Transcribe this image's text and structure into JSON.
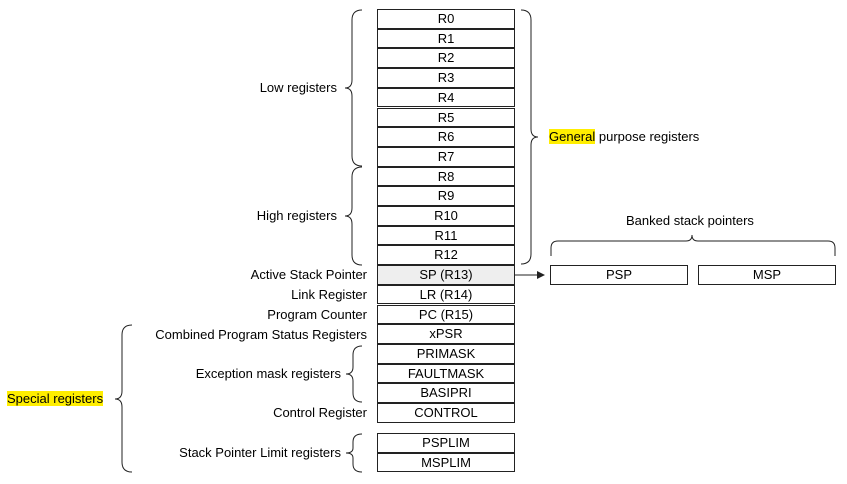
{
  "registers": {
    "general": [
      "R0",
      "R1",
      "R2",
      "R3",
      "R4",
      "R5",
      "R6",
      "R7",
      "R8",
      "R9",
      "R10",
      "R11",
      "R12"
    ],
    "sp": "SP (R13)",
    "lr": "LR (R14)",
    "pc": "PC (R15)",
    "xpsr": "xPSR",
    "primask": "PRIMASK",
    "faultmask": "FAULTMASK",
    "basepri": "BASIPRI",
    "control": "CONTROL",
    "psplim": "PSPLIM",
    "msplim": "MSPLIM"
  },
  "labels": {
    "low": "Low registers",
    "high": "High registers",
    "general_hl": "General",
    "general_rest": " purpose registers",
    "active_sp": "Active Stack Pointer",
    "link": "Link Register",
    "pc": "Program Counter",
    "cpsr": "Combined Program Status Registers",
    "exception": "Exception mask registers",
    "control": "Control Register",
    "splimit": "Stack Pointer Limit registers",
    "special": "Special registers",
    "banked": "Banked stack pointers"
  },
  "banked": {
    "psp": "PSP",
    "msp": "MSP"
  },
  "colors": {
    "highlight": "#ffee00",
    "sp_fill": "#eeeeee",
    "line": "#222222"
  }
}
